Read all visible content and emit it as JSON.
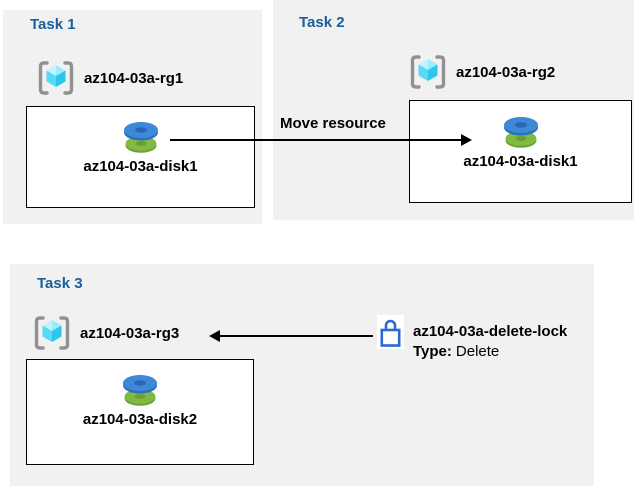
{
  "colors": {
    "panel_bg": "#f1f1f1",
    "title_blue": "#1a5f9b",
    "box_border": "#000000",
    "arrow_black": "#000000",
    "disk_blue": "#3e88d8",
    "disk_blue_rim": "#2c6fc0",
    "disk_green": "#80ba45",
    "disk_green_rim": "#69a433",
    "cube_cyan_light": "#c0f3ff",
    "cube_cyan_mid": "#55d9f5",
    "cube_cyan_dark": "#2bc6ea",
    "bracket_gray": "#919191",
    "lock_blue": "#2a6bd0"
  },
  "tasks": {
    "task1": {
      "title": "Task 1",
      "resource_group": "az104-03a-rg1",
      "resource": "az104-03a-disk1"
    },
    "task2": {
      "title": "Task 2",
      "resource_group": "az104-03a-rg2",
      "resource": "az104-03a-disk1"
    },
    "task3": {
      "title": "Task 3",
      "resource_group": "az104-03a-rg3",
      "resource": "az104-03a-disk2"
    }
  },
  "move_arrow": {
    "label": "Move resource"
  },
  "lock": {
    "name": "az104-03a-delete-lock",
    "type_label": "Type:",
    "type_value": "Delete"
  },
  "icons": {
    "resource_group": "resource-group-icon",
    "disk": "disk-icon",
    "lock": "lock-icon"
  }
}
